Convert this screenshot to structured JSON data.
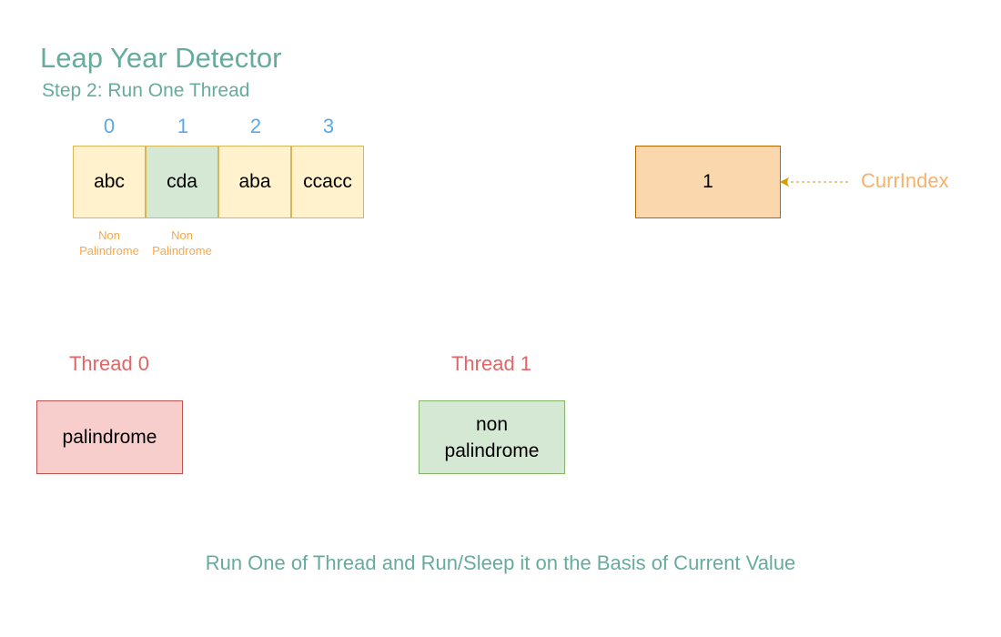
{
  "title": "Leap Year Detector",
  "subtitle": "Step 2: Run One Thread",
  "array": {
    "indices": [
      "0",
      "1",
      "2",
      "3"
    ],
    "cells": [
      "abc",
      "cda",
      "aba",
      "ccacc"
    ],
    "notes": [
      "Non Palindrome",
      "Non Palindrome"
    ]
  },
  "curr_index": {
    "value": "1",
    "label": "CurrIndex"
  },
  "threads": [
    {
      "label": "Thread 0",
      "box_text": "palindrome"
    },
    {
      "label": "Thread 1",
      "box_text": "non palindrome"
    }
  ],
  "footer": "Run One of Thread and Run/Sleep it on the Basis of Current Value",
  "colors": {
    "title_teal": "#67AB9F",
    "index_blue": "#5AA9E6",
    "cell_yellow": "#FFF2CC",
    "cell_green": "#D5E8D4",
    "note_orange": "#F5A94E",
    "curr_box": "#FAD7AC",
    "curr_label": "#F5B26B",
    "thread_label_red": "#E06666",
    "thread_box_red": "#F8CECC",
    "thread_box_green": "#D5E8D4"
  }
}
